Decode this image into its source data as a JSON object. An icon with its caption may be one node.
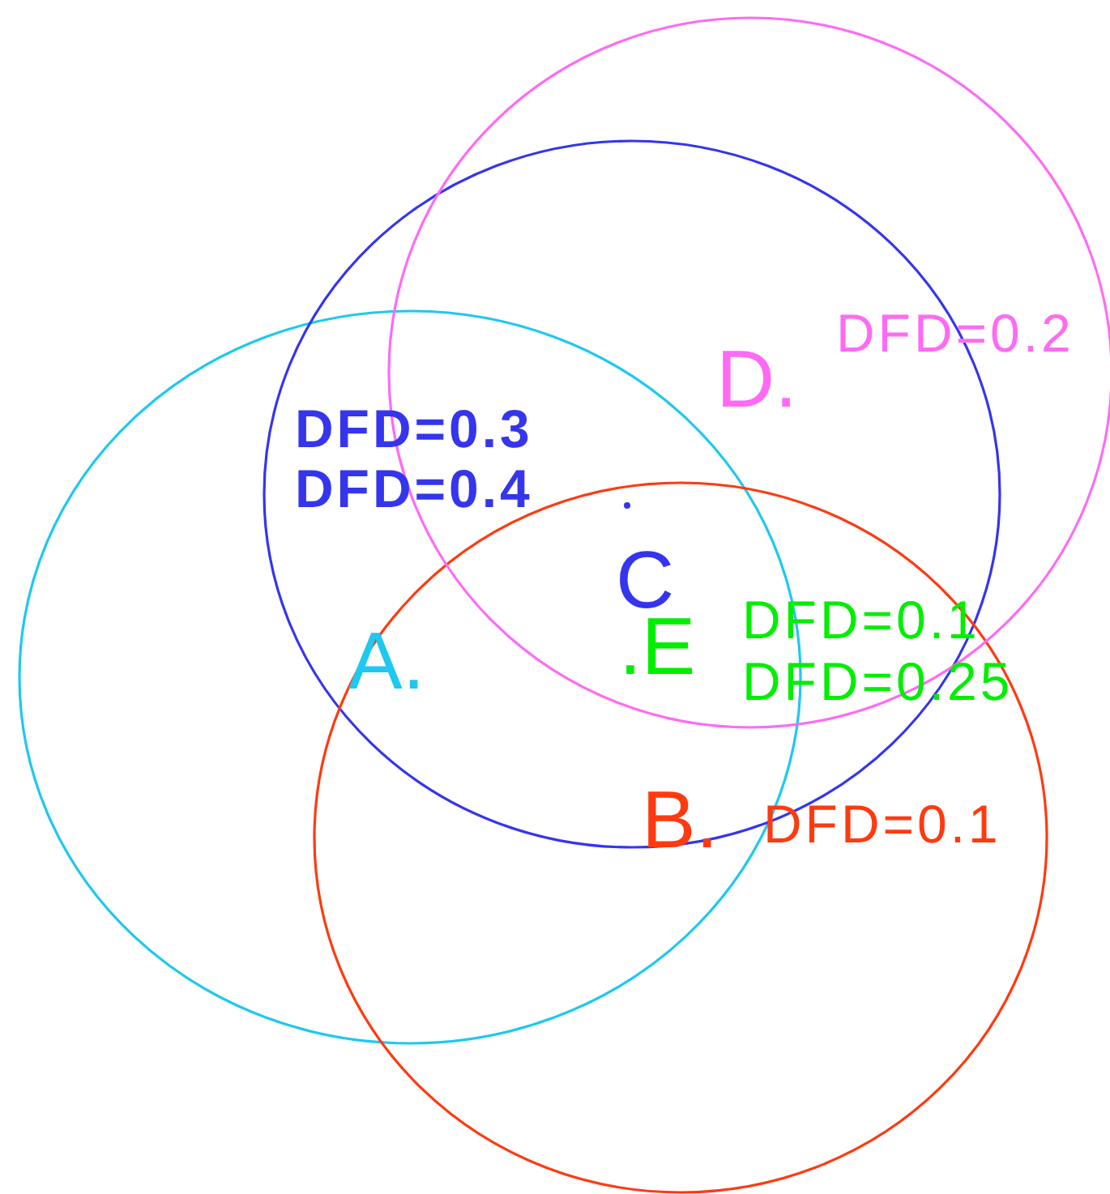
{
  "diagram": {
    "nodes": [
      {
        "text": [],
        "shape": "circle"
      },
      {
        "text": [],
        "shape": "circle"
      },
      {
        "text": [],
        "shape": "circle"
      },
      {
        "text": [],
        "shape": "circle"
      }
    ],
    "labels": [
      "DFD=0.2",
      "D.",
      "DFD=0.3",
      "DFD=0.4",
      "C",
      ".E",
      "DFD=0.1",
      "DFD=0.25",
      "A.",
      "B.",
      "DFD=0.1"
    ]
  }
}
